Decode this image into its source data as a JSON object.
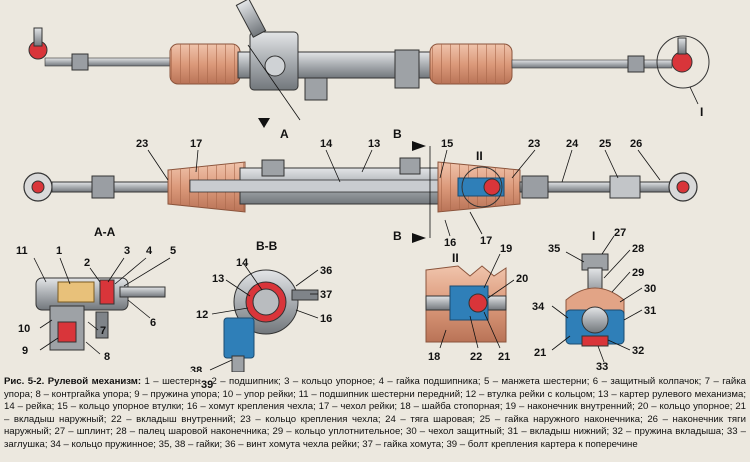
{
  "callouts": {
    "top_I": "I",
    "top_A": "A",
    "mid_B_top": "В",
    "mid_B_bottom": "В",
    "mid_23_left": "23",
    "mid_17_left": "17",
    "mid_14": "14",
    "mid_13": "13",
    "mid_15": "15",
    "mid_II": "II",
    "mid_23_right": "23",
    "mid_24": "24",
    "mid_25": "25",
    "mid_26": "26",
    "mid_16": "16",
    "mid_17_right": "17",
    "aa_title": "A-A",
    "aa_11": "11",
    "aa_1": "1",
    "aa_2": "2",
    "aa_3": "3",
    "aa_4": "4",
    "aa_5": "5",
    "aa_10": "10",
    "aa_9": "9",
    "aa_7": "7",
    "aa_8": "8",
    "aa_6": "6",
    "bb_title": "В-В",
    "bb_13": "13",
    "bb_14": "14",
    "bb_12": "12",
    "bb_36": "36",
    "bb_37": "37",
    "bb_16": "16",
    "bb_38": "38",
    "bb_39": "39",
    "ii_title": "II",
    "ii_19": "19",
    "ii_20": "20",
    "ii_18": "18",
    "ii_22": "22",
    "ii_21": "21",
    "i_title": "I",
    "i_35": "35",
    "i_27": "27",
    "i_28": "28",
    "i_29": "29",
    "i_30": "30",
    "i_31": "31",
    "i_34": "34",
    "i_21": "21",
    "i_32": "32",
    "i_33": "33"
  },
  "caption": {
    "title": "Рис. 5-2. Рулевой механизм:",
    "text": " 1 – шестерня; 2 – подшипник; 3 – кольцо упорное; 4 – гайка подшипника; 5 – манжета шестерни; 6 – защитный колпачок; 7 – гайка упора; 8 – контргайка упора; 9 – пружина упора; 10 – упор рейки; 11 – подшипник шестерни передний; 12 – втулка рейки с кольцом; 13 – картер рулевого механизма; 14 – рейка; 15 – кольцо упорное втулки; 16 – хомут крепления чехла; 17 – чехол рейки; 18 – шайба стопорная; 19 – наконечник внутренний; 20 – кольцо упорное; 21 – вкладыш наружный; 22 – вкладыш внутренний; 23 – кольцо крепления чехла; 24 – тяга шаровая; 25 – гайка наружного наконечника; 26 – наконечник тяги наружный; 27 – шплинт; 28 – палец шаровой наконечника; 29 – кольцо уплотнительное; 30 – чехол защитный; 31 – вкладыш нижний; 32 – пружина вкладыша; 33 – заглушка; 34 – кольцо пружинное; 35, 38 – гайки; 36 – винт хомута чехла рейки; 37 – гайка хомута; 39 – болт крепления картера к поперечине"
  },
  "colors": {
    "metal": "#b9bcbf",
    "metal_dark": "#7f8489",
    "boot": "#e2a486",
    "boot_dark": "#c98366",
    "highlight": "#d9353a",
    "section_blue": "#2f7fb8",
    "text": "#111111"
  }
}
